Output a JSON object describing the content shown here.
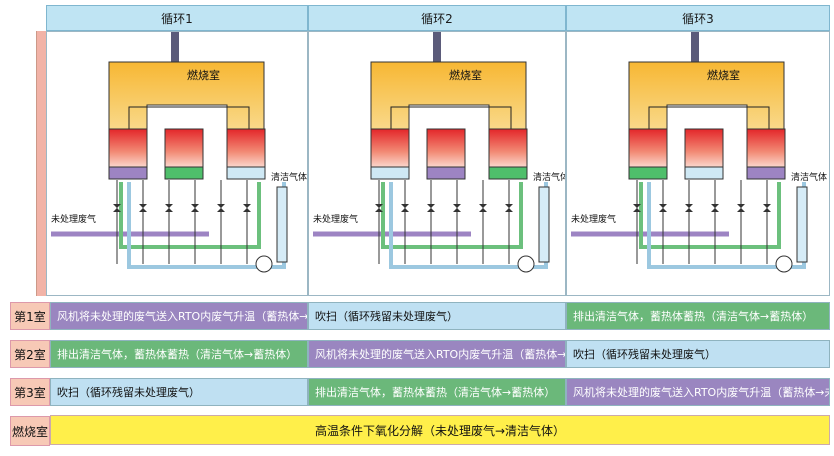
{
  "cycles": [
    {
      "title": "循环1",
      "combustion_label": "燃烧室",
      "untreated_label": "未处理废气",
      "clean_label": "清洁气体",
      "chambers": [
        "red",
        "red",
        "red"
      ],
      "bases": [
        "#9d84c3",
        "#4fbf6b",
        "#cfe9f5"
      ]
    },
    {
      "title": "循环2",
      "combustion_label": "燃烧室",
      "untreated_label": "未处理废气",
      "clean_label": "清洁气体",
      "chambers": [
        "red",
        "red",
        "red"
      ],
      "bases": [
        "#cfe9f5",
        "#9d84c3",
        "#4fbf6b"
      ]
    },
    {
      "title": "循环3",
      "combustion_label": "燃烧室",
      "untreated_label": "未处理废气",
      "clean_label": "清洁气体",
      "chambers": [
        "red",
        "red",
        "red"
      ],
      "bases": [
        "#4fbf6b",
        "#cfe9f5",
        "#9d84c3"
      ]
    }
  ],
  "rows": [
    {
      "label": "第1室",
      "cells": [
        "风机将未处理的废气送入RTO内废气升温（蓄热体→未处理废气）",
        "吹扫（循环残留未处理废气）",
        "排出清洁气体，蓄热体蓄热（清洁气体→蓄热体）"
      ],
      "colors": [
        "purple",
        "blue",
        "green"
      ]
    },
    {
      "label": "第2室",
      "cells": [
        "排出清洁气体，蓄热体蓄热（清洁气体→蓄热体）",
        "风机将未处理的废气送入RTO内废气升温（蓄热体→未处理废气）",
        "吹扫（循环残留未处理废气）"
      ],
      "colors": [
        "green",
        "purple",
        "blue"
      ]
    },
    {
      "label": "第3室",
      "cells": [
        "吹扫（循环残留未处理废气）",
        "排出清洁气体，蓄热体蓄热（清洁气体→蓄热体）",
        "风机将未处理的废气送入RTO内废气升温（蓄热体→未处理废气）"
      ],
      "colors": [
        "blue",
        "green",
        "purple"
      ]
    }
  ],
  "furnace": {
    "label": "燃烧室",
    "text": "高温条件下氧化分解（未处理废气→清洁气体）"
  },
  "colors": {
    "purple": "#9a86c0",
    "green": "#6bb87a",
    "blue": "#bfe0f2",
    "yellow": "#ffef4a"
  }
}
